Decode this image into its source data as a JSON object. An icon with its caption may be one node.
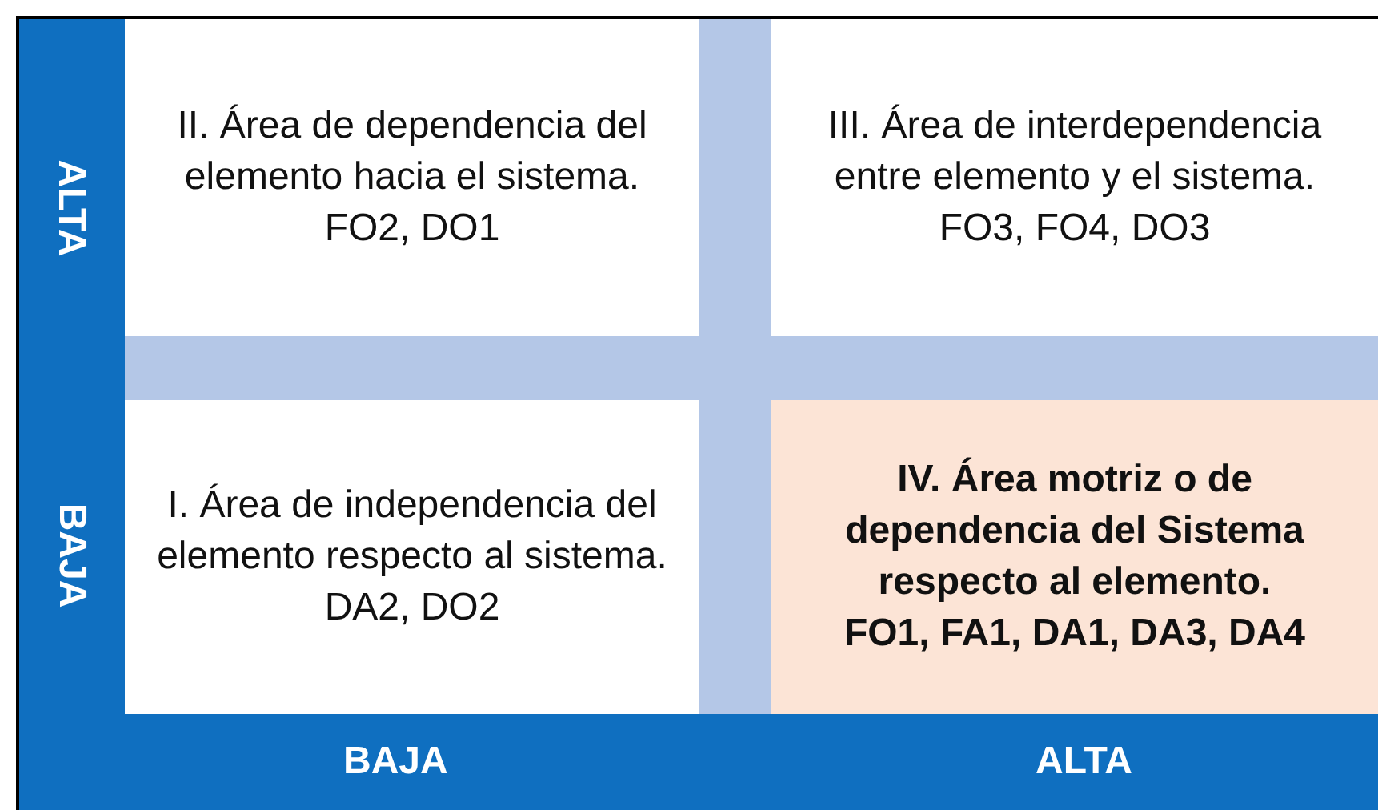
{
  "diagram": {
    "nodes": [
      {
        "text": [
          "II. Área de dependencia del elemento hacia el sistema.",
          "FO2, DO1"
        ]
      },
      {
        "text": [
          "III. Área de interdependencia entre elemento y el sistema.",
          "FO3, FO4, DO3"
        ]
      },
      {
        "text": [
          "I. Área de independencia del elemento respecto al sistema.",
          "DA2, DO2"
        ]
      },
      {
        "text": [
          "IV. Área motriz o de dependencia del Sistema respecto al elemento.",
          "FO1, FA1, DA1, DA3, DA4"
        ]
      }
    ],
    "labels": [
      "ALTA",
      "BAJA",
      "BAJA",
      "ALTA"
    ]
  }
}
